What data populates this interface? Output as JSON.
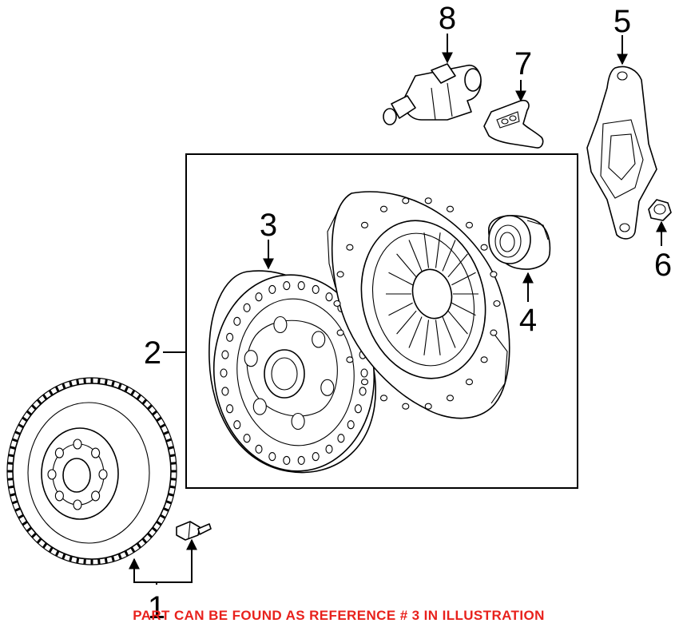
{
  "callouts": [
    {
      "id": "1",
      "text": "1"
    },
    {
      "id": "2",
      "text": "2"
    },
    {
      "id": "3",
      "text": "3"
    },
    {
      "id": "4",
      "text": "4"
    },
    {
      "id": "5",
      "text": "5"
    },
    {
      "id": "6",
      "text": "6"
    },
    {
      "id": "7",
      "text": "7"
    },
    {
      "id": "8",
      "text": "8"
    }
  ],
  "footnote": {
    "text": "PART CAN BE FOUND AS REFERENCE # 3 IN ILLUSTRATION",
    "color": "#e8211c"
  },
  "parts": {
    "1": "flywheel-icon",
    "2": "clutch-kit-frame",
    "3": "clutch-disc-icon",
    "4": "release-bearing-icon",
    "5": "release-fork-icon",
    "6": "pivot-bolt-icon",
    "7": "retaining-clip-icon",
    "8": "slave-cylinder-icon"
  }
}
